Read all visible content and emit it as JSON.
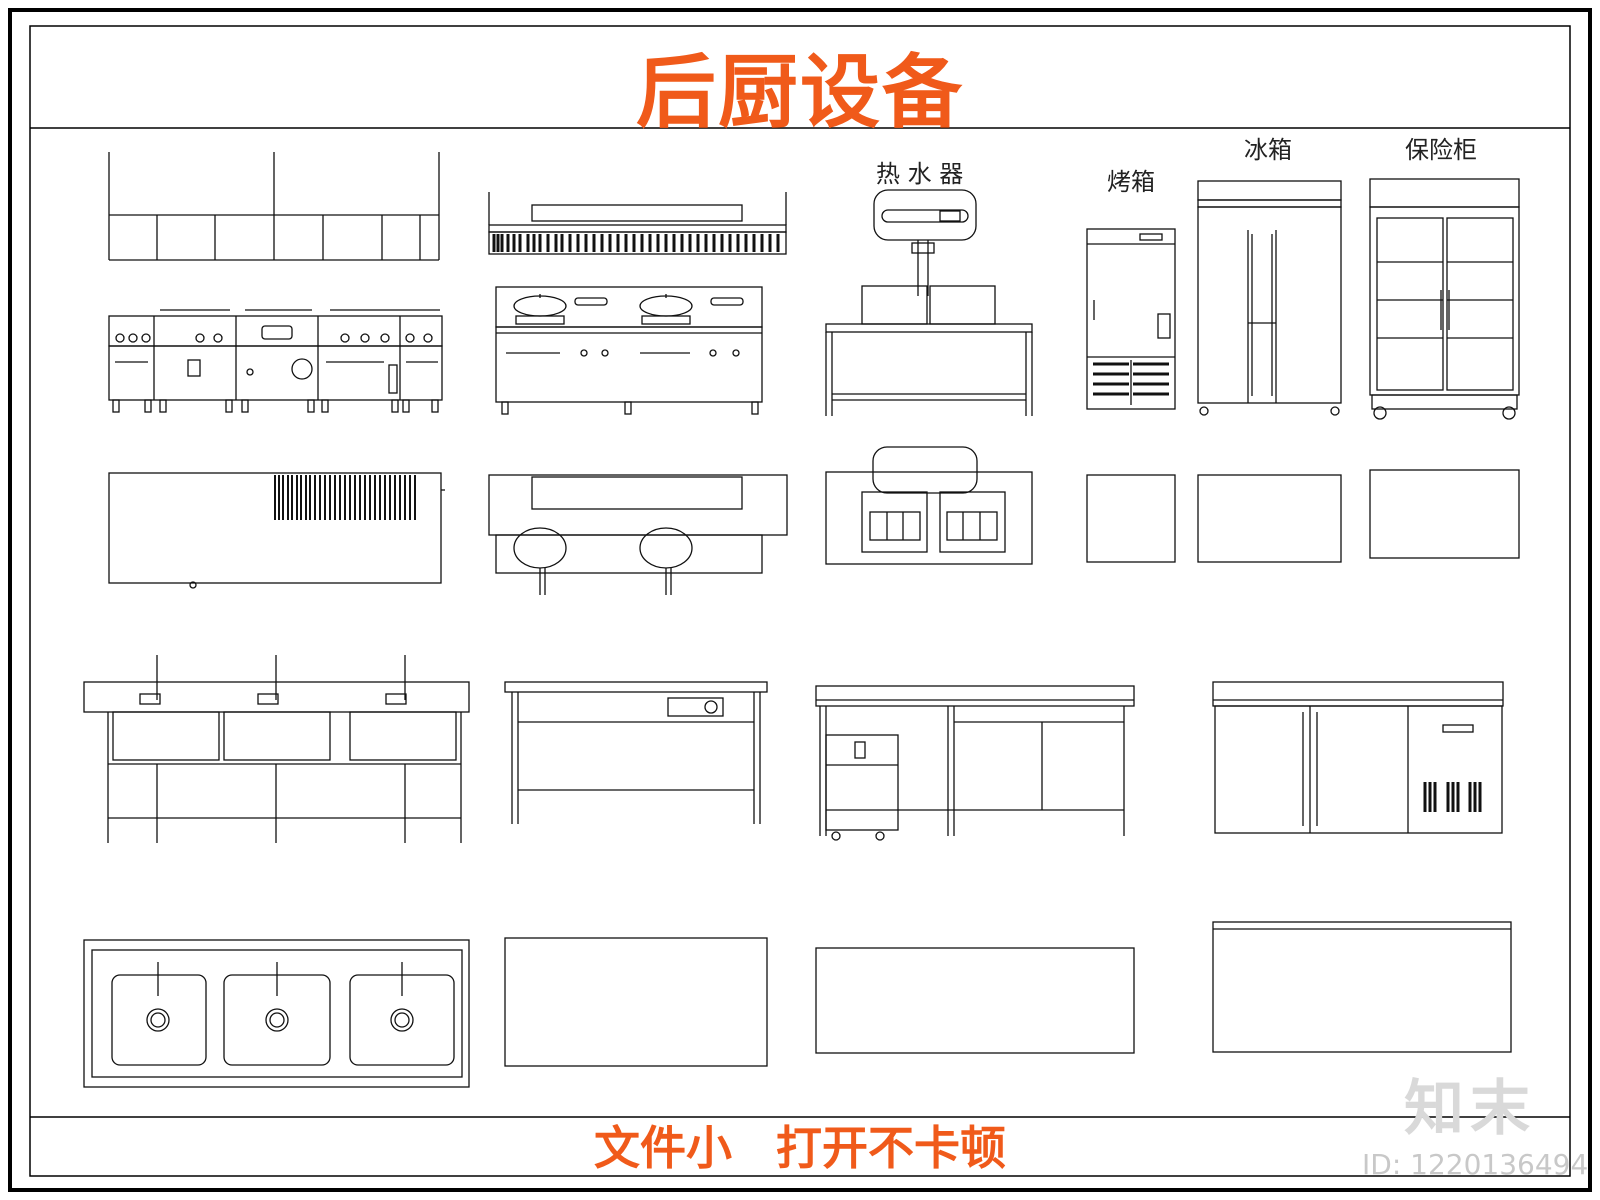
{
  "title": "后厨设备",
  "footer": "文件小   打开不卡顿",
  "labels": {
    "water_heater": "热 水 器",
    "oven": "烤箱",
    "fridge": "冰箱",
    "safe_cabinet": "保险柜"
  },
  "watermark": {
    "logo": "知末",
    "id": "ID: 1220136494"
  },
  "colors": {
    "title": "#f05a1a",
    "line": "#111111"
  }
}
